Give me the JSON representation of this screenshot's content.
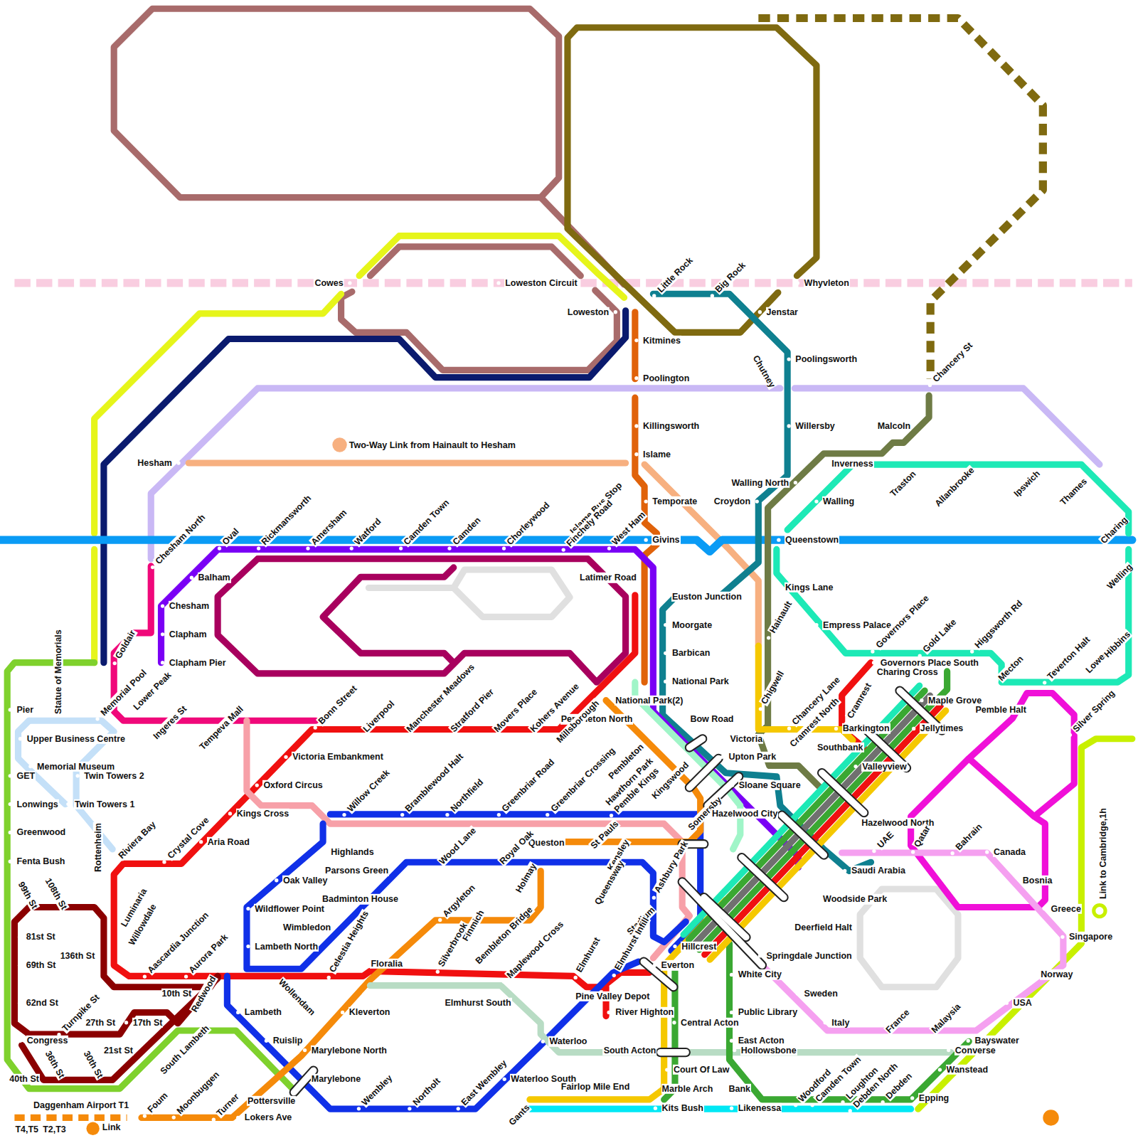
{
  "diagram": {
    "labels": [
      "Cowes",
      "Loweston Circuit",
      "Whyvleton",
      "Little Rock",
      "Big Rock",
      "Loweston",
      "Jenstar",
      "Kitmines",
      "Chutney",
      "Poolingsworth",
      "Chancery St",
      "Poolington",
      "Malcoln",
      "Killingsworth",
      "Willersby",
      "Two-Way Link from Hainault to Hesham",
      "Islame",
      "Hesham",
      "Inverness",
      "Walling North",
      "Traston",
      "Allanbrooke",
      "Ipswich",
      "Thames",
      "Croydon",
      "Walling",
      "Temporate",
      "Chesham North",
      "Oval",
      "Rickmansworth",
      "Amersham",
      "Watford",
      "Camden Town",
      "Camden",
      "Chorleywood",
      "Islame Bus Stop",
      "Finchely Road",
      "West Ham",
      "Givins",
      "Queenstown",
      "Charing",
      "Latimer Road",
      "Balham",
      "Kings Lane",
      "Welling",
      "Euston Junction",
      "Chesham",
      "Hainault",
      "Moorgate",
      "Empress Palace",
      "Governors Place",
      "Gold Lake",
      "Higgsworth Rd",
      "Clapham",
      "Teverton Halt",
      "Lowes",
      "Hibbins",
      "Barbican",
      "Goldair",
      "Statue of Memorials",
      "Clapham Pier",
      "Memorial Pool",
      "Lower Peak",
      "Governors Place South",
      "Charing Cross",
      "Mecton",
      "National Park",
      "Chigwell",
      "National Park(2)",
      "Chancery Lane",
      "Cramrest North",
      "Cramrest",
      "Silver Spring",
      "Maple Grove",
      "Pemble Halt",
      "Pier",
      "Bow Road",
      "Bonn Street",
      "Ingeres St",
      "Tempeva Mall",
      "Liverpool",
      "Manchester Meadows",
      "Stratford Pier",
      "Movers Place",
      "Kohers Avenue",
      "Pembleton North",
      "Barkington",
      "Jellytimes",
      "Upper Business Centre",
      "Victoria",
      "Southbank",
      "Millsborough",
      "Victoria Embankment",
      "Upton Park",
      "Memorial Museum",
      "Valleyview",
      "GET",
      "Twin Towers 2",
      "Oxford Circus",
      "Sloane Square",
      "Pembleton",
      "Hawthorn Park",
      "Pemble Kings",
      "Kingswood",
      "Willow Creek",
      "Bramblewood Halt",
      "Northfield",
      "Greenbriar Road",
      "Greenbriar Crossing",
      "Lonwings",
      "Twin Towers 1",
      "Somersby",
      "Hazelwood City",
      "Kings Cross",
      "Hazelwood North",
      "Riviera Bay",
      "Crystal Cove",
      "UAE",
      "Qatar",
      "Bahrain",
      "Canada",
      "Greenwood",
      "Aria Road",
      "Highlands",
      "Queston",
      "St Pauls",
      "Wood Lane",
      "Royal Oak",
      "Kensley",
      "Saudi Arabia",
      "Fenta Bush",
      "Rottenheim",
      "Parsons Green",
      "Oak Valley",
      "Bosnia",
      "Holmay",
      "Queensway",
      "Ashbury Park",
      "Luminaria",
      "Badminton House",
      "Woodside Park",
      "Wildflower Point",
      "Argyleton",
      "Stadium",
      "Greece",
      "99th St",
      "108th St",
      "Willowdale",
      "Aascardia Junction",
      "Aurora Park",
      "Wimbledon",
      "Finmich",
      "Silverbrook",
      "Bembleton Bridge",
      "Deerfield Halt",
      "Singapore",
      "81st St",
      "Elmhurst Infill",
      "Lambeth North",
      "Hillcrest",
      "Springdale Junction",
      "136th St",
      "69th St",
      "Celestia Heights",
      "Floralia",
      "Maplewood Cross",
      "Elmhurst",
      "Everton",
      "White City",
      "Norway",
      "10th St",
      "Redwood",
      "Wollendam",
      "Pine Valley Depot",
      "Sweden",
      "River Highton",
      "62nd St",
      "Turnpike St",
      "27th St",
      "17th St",
      "Lambeth",
      "Kleverton",
      "Elmhurst South",
      "Public Library",
      "USA",
      "Central Acton",
      "Italy",
      "France",
      "Malaysia",
      "Ruislip",
      "Congress",
      "Waterloo",
      "East Acton",
      "Bayswater",
      "South Lambeth",
      "21st St",
      "Marylebone North",
      "South Acton",
      "Hollowsbone",
      "Converse",
      "36th St",
      "30th St",
      "Moonbuggen",
      "Court Of Law",
      "Wanstead",
      "Woodford",
      "Camden Town",
      "Loughton",
      "Debden North",
      "Debden",
      "40th St",
      "Marylebone",
      "Wembley",
      "Northolt",
      "East Wembley",
      "Waterloo South",
      "Fairlop Mile End",
      "Marble Arch",
      "Bank",
      "Foum",
      "Turner",
      "Pottersville",
      "Epping",
      "Daggenham Airport T1",
      "Kits Bush",
      "Likenessa",
      "Gants",
      "Lokers Ave",
      "T4,T5",
      "T2,T3",
      "Link",
      "Link to Cambridge,1h"
    ]
  }
}
